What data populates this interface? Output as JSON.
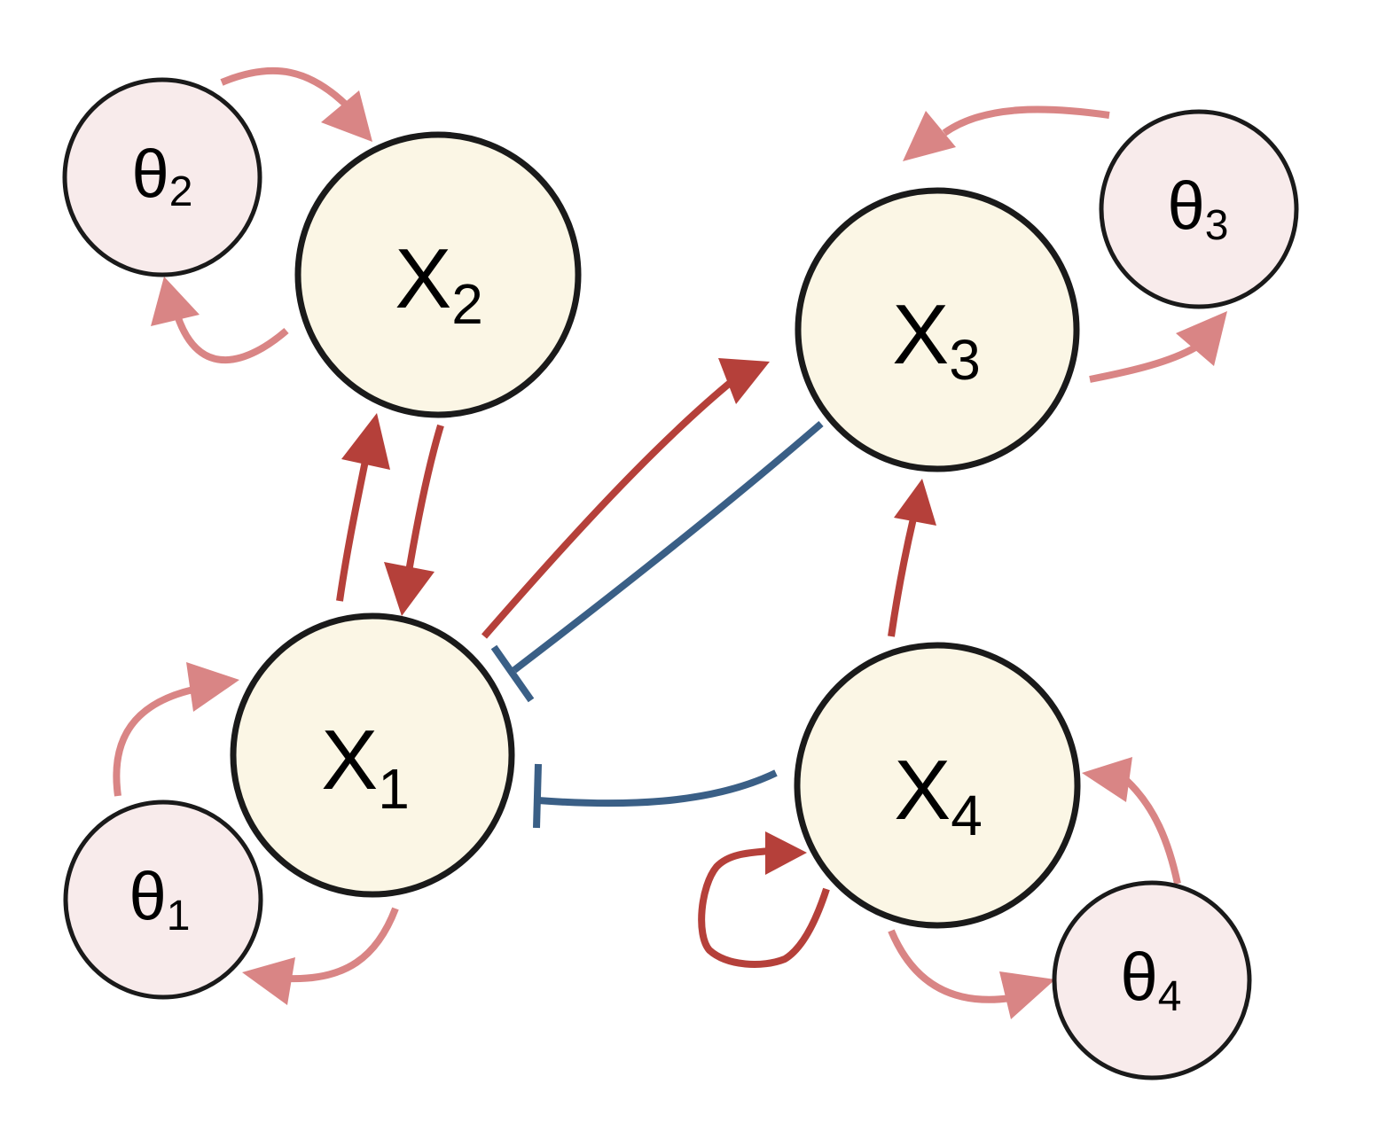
{
  "colors": {
    "activation": "#b5403a",
    "activation_light": "#d98585",
    "repression": "#3a5f86",
    "state_fill": "#fbf6e5",
    "param_fill": "#f8ebeb",
    "outline": "#1a1a1a"
  },
  "nodes": {
    "x1": {
      "letter": "X",
      "sub": "1"
    },
    "x2": {
      "letter": "X",
      "sub": "2"
    },
    "x3": {
      "letter": "X",
      "sub": "3"
    },
    "x4": {
      "letter": "X",
      "sub": "4"
    },
    "t1": {
      "letter": "θ",
      "sub": "1"
    },
    "t2": {
      "letter": "θ",
      "sub": "2"
    },
    "t3": {
      "letter": "θ",
      "sub": "3"
    },
    "t4": {
      "letter": "θ",
      "sub": "4"
    }
  },
  "edges": [
    {
      "from": "X1",
      "to": "X2",
      "kind": "activation"
    },
    {
      "from": "X2",
      "to": "X1",
      "kind": "activation"
    },
    {
      "from": "X1",
      "to": "X3",
      "kind": "activation"
    },
    {
      "from": "X3",
      "to": "X1",
      "kind": "repression"
    },
    {
      "from": "X4",
      "to": "X1",
      "kind": "repression"
    },
    {
      "from": "X4",
      "to": "X3",
      "kind": "activation"
    },
    {
      "from": "X4",
      "to": "X4",
      "kind": "activation"
    },
    {
      "from": "θ1",
      "to": "X1",
      "kind": "activation"
    },
    {
      "from": "X1",
      "to": "θ1",
      "kind": "activation"
    },
    {
      "from": "θ2",
      "to": "X2",
      "kind": "activation"
    },
    {
      "from": "X2",
      "to": "θ2",
      "kind": "activation"
    },
    {
      "from": "θ3",
      "to": "X3",
      "kind": "activation"
    },
    {
      "from": "X3",
      "to": "θ3",
      "kind": "activation"
    },
    {
      "from": "θ4",
      "to": "X4",
      "kind": "activation"
    },
    {
      "from": "X4",
      "to": "θ4",
      "kind": "activation"
    }
  ]
}
